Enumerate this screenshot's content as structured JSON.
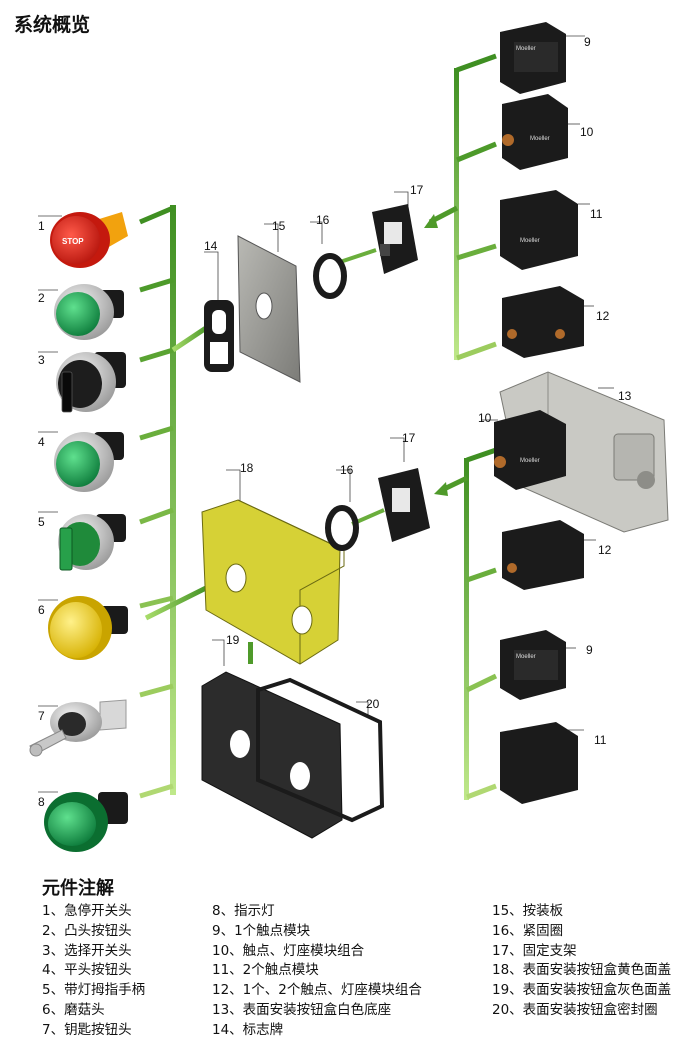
{
  "title": "系统概览",
  "legend_title": "元件注解",
  "legend": [
    [
      "1、急停开关头",
      "2、凸头按钮头",
      "3、选择开关头",
      "4、平头按钮头",
      "5、带灯拇指手柄",
      "6、磨菇头",
      "7、钥匙按钮头"
    ],
    [
      "8、指示灯",
      "9、1个触点模块",
      "10、触点、灯座模块组合",
      "11、2个触点模块",
      "12、1个、2个触点、灯座模块组合",
      "13、表面安装按钮盒白色底座",
      "14、标志牌"
    ],
    [
      "15、按装板",
      "16、紧固圈",
      "17、固定支架",
      "18、表面安装按钮盒黄色面盖",
      "19、表面安装按钮盒灰色面盖",
      "20、表面安装按钮盒密封圈"
    ]
  ],
  "callouts": [
    "1",
    "2",
    "3",
    "4",
    "5",
    "6",
    "7",
    "8",
    "14",
    "15",
    "16",
    "17",
    "9",
    "10",
    "11",
    "12",
    "13",
    "10",
    "16",
    "17",
    "18",
    "19",
    "20",
    "12",
    "9",
    "11"
  ],
  "stop_label": "STOP",
  "brand": "Moeller",
  "colors": {
    "green": "#4f9a2a",
    "green_light": "#9fd45a",
    "yellow": "#d8d13a",
    "dark": "#2b2b2b",
    "gray": "#9a9a96"
  }
}
